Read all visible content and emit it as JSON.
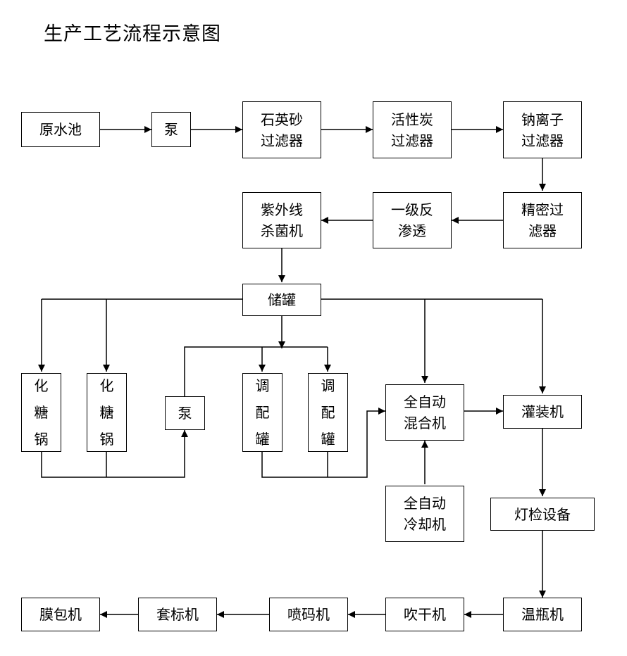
{
  "title": "生产工艺流程示意图",
  "nodes": {
    "yuanshuichi": "原水池",
    "beng1": "泵",
    "shiyingsha": "石英砂\n过滤器",
    "huoxingtan": "活性炭\n过滤器",
    "nalizi": "钠离子\n过滤器",
    "jingmi": "精密过\n滤器",
    "yijifan": "一级反\n渗透",
    "ziwaixian": "紫外线\n杀菌机",
    "chuguan": "储罐",
    "huatangguo1": "化\n糖\n锅",
    "huatangguo2": "化\n糖\n锅",
    "beng2": "泵",
    "tiaopeiguan1": "调\n配\n罐",
    "tiaopeiguan2": "调\n配\n罐",
    "hunheji": "全自动\n混合机",
    "lengqueji": "全自动\n冷却机",
    "guanzhuangji": "灌装机",
    "dengjian": "灯检设备",
    "wenpingji": "温瓶机",
    "chuiganji": "吹干机",
    "penmaji": "喷码机",
    "taobiaoji": "套标机",
    "mobaoji": "膜包机"
  }
}
